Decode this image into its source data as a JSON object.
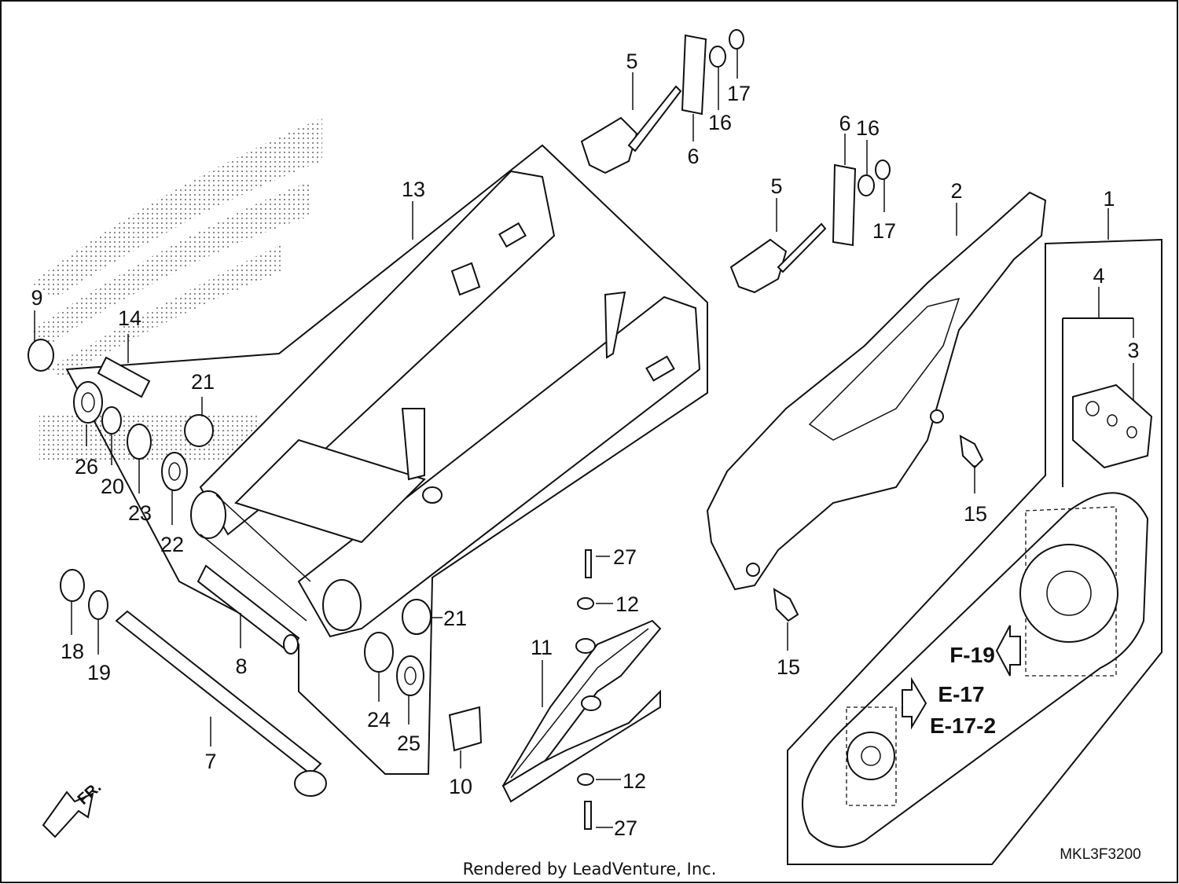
{
  "diagram": {
    "part_labels": [
      {
        "id": "p1",
        "text": "1"
      },
      {
        "id": "p2",
        "text": "2"
      },
      {
        "id": "p3",
        "text": "3"
      },
      {
        "id": "p4",
        "text": "4"
      },
      {
        "id": "p5a",
        "text": "5"
      },
      {
        "id": "p5b",
        "text": "5"
      },
      {
        "id": "p6a",
        "text": "6"
      },
      {
        "id": "p6b",
        "text": "6"
      },
      {
        "id": "p7",
        "text": "7"
      },
      {
        "id": "p8",
        "text": "8"
      },
      {
        "id": "p9",
        "text": "9"
      },
      {
        "id": "p10",
        "text": "10"
      },
      {
        "id": "p11",
        "text": "11"
      },
      {
        "id": "p12a",
        "text": "12"
      },
      {
        "id": "p12b",
        "text": "12"
      },
      {
        "id": "p13",
        "text": "13"
      },
      {
        "id": "p14",
        "text": "14"
      },
      {
        "id": "p15a",
        "text": "15"
      },
      {
        "id": "p15b",
        "text": "15"
      },
      {
        "id": "p16a",
        "text": "16"
      },
      {
        "id": "p16b",
        "text": "16"
      },
      {
        "id": "p17a",
        "text": "17"
      },
      {
        "id": "p17b",
        "text": "17"
      },
      {
        "id": "p18",
        "text": "18"
      },
      {
        "id": "p19",
        "text": "19"
      },
      {
        "id": "p20",
        "text": "20"
      },
      {
        "id": "p21a",
        "text": "21"
      },
      {
        "id": "p21b",
        "text": "21"
      },
      {
        "id": "p22",
        "text": "22"
      },
      {
        "id": "p23",
        "text": "23"
      },
      {
        "id": "p24",
        "text": "24"
      },
      {
        "id": "p25",
        "text": "25"
      },
      {
        "id": "p26",
        "text": "26"
      },
      {
        "id": "p27a",
        "text": "27"
      },
      {
        "id": "p27b",
        "text": "27"
      }
    ],
    "references": {
      "f19": "F-19",
      "e17": "E-17",
      "e172": "E-17-2"
    },
    "front_arrow": "FR.",
    "drawing_code": "MKL3F3200",
    "credit": "Rendered by LeadVenture, Inc."
  }
}
